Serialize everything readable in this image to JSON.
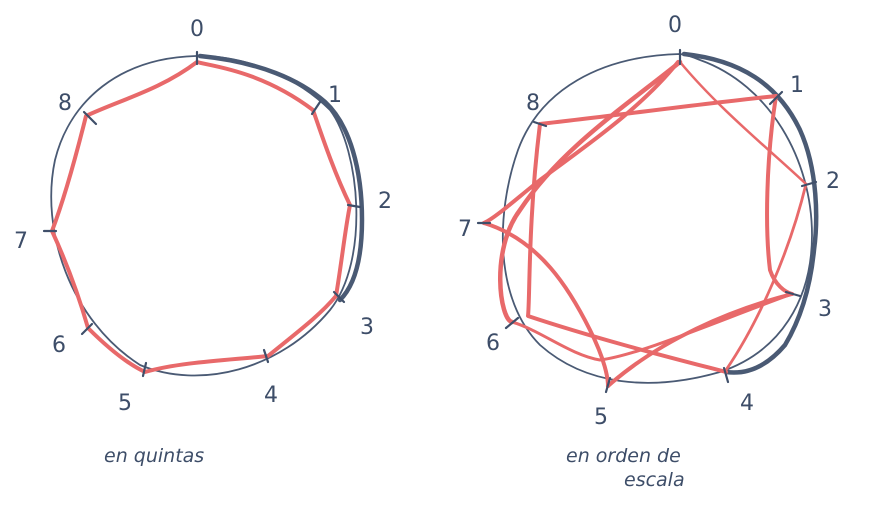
{
  "left_diagram": {
    "labels": [
      "0",
      "1",
      "2",
      "3",
      "4",
      "5",
      "6",
      "7",
      "8"
    ],
    "caption": "en quintas"
  },
  "right_diagram": {
    "labels": [
      "0",
      "1",
      "2",
      "3",
      "4",
      "5",
      "6",
      "7",
      "8"
    ],
    "caption_line1": "en orden de",
    "caption_line2": "escala"
  },
  "colors": {
    "circle": "#4a5a74",
    "connections": "#e8696a"
  }
}
